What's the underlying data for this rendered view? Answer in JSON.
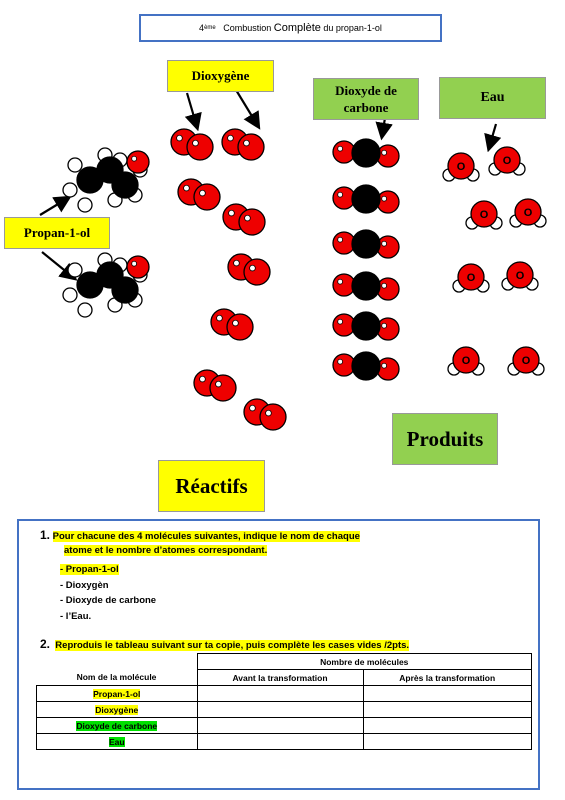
{
  "header": {
    "level_num": "4",
    "level_sup": "ème",
    "title_part1": "Combustion",
    "title_part2": "Complète",
    "title_part3": "du propan-1-ol"
  },
  "labels": {
    "dioxygene": "Dioxygène",
    "dioxyde_line1": "Dioxyde de",
    "dioxyde_line2": "carbone",
    "eau": "Eau",
    "propanol": "Propan-1-ol",
    "produits": "Produits",
    "reactifs": "Réactifs"
  },
  "molecules": {
    "oxygen_letter": "O",
    "water_letter": "O"
  },
  "colors": {
    "oxygen": "#ee0000",
    "carbon": "#000000",
    "hydrogen": "#ffffff",
    "label_yellow": "#ffff00",
    "label_green": "#92d050",
    "frame_blue": "#4472c4"
  },
  "questions": {
    "q1_num": "1.",
    "q1_line1": "Pour chacune des 4 molécules suivantes, indique le nom de chaque",
    "q1_line2": "atome et le nombre d’atomes correspondant.",
    "q1_items": [
      "- Propan-1-ol",
      "- Dioxygèn",
      "- Dioxyde de carbone",
      "- l’Eau."
    ],
    "q2_num": "2.",
    "q2_text": "Reproduis le tableau suivant sur ta copie, puis complète les cases vides /2pts."
  },
  "table": {
    "group_header": "Nombre de molécules",
    "col_name": "Nom de la molécule",
    "col_before": "Avant la transformation",
    "col_after": "Après la transformation",
    "rows": [
      "Propan-1-ol",
      "Dioxygène",
      "Dioxyde de carbone",
      "Eau"
    ]
  }
}
